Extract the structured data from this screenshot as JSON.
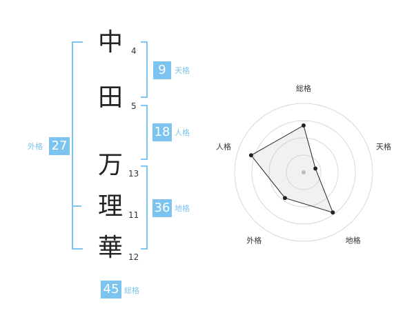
{
  "name": {
    "characters": [
      {
        "char": "中",
        "strokes": "4"
      },
      {
        "char": "田",
        "strokes": "5"
      },
      {
        "char": "万",
        "strokes": "13"
      },
      {
        "char": "理",
        "strokes": "11"
      },
      {
        "char": "華",
        "strokes": "12"
      }
    ]
  },
  "fortunes": {
    "tenkaku": {
      "label": "天格",
      "value": "9"
    },
    "jinkaku": {
      "label": "人格",
      "value": "18"
    },
    "chikaku": {
      "label": "地格",
      "value": "36"
    },
    "gaikaku": {
      "label": "外格",
      "value": "27"
    },
    "soukaku": {
      "label": "総格",
      "value": "45"
    }
  },
  "colors": {
    "accent": "#7cc3ef",
    "text": "#222222"
  },
  "chart_data": {
    "type": "radar",
    "axes": [
      "総格",
      "天格",
      "地格",
      "外格",
      "人格"
    ],
    "values": [
      0.68,
      0.18,
      0.72,
      0.46,
      0.8
    ],
    "range": [
      0,
      1
    ],
    "rings": 4
  }
}
